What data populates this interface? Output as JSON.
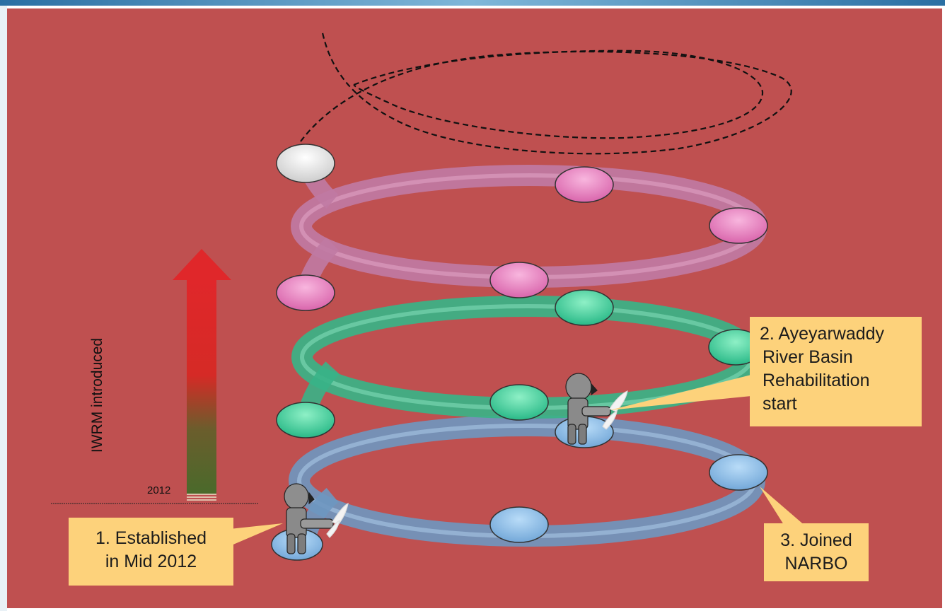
{
  "diagram": {
    "axis_label": "IWRM introduced",
    "year_label": "2012",
    "callouts": [
      {
        "id": "established",
        "lines": [
          "1. Established",
          "in Mid 2012"
        ]
      },
      {
        "id": "rehabilitation",
        "lines": [
          "2. Ayeyarwaddy",
          "River Basin",
          "Rehabilitation",
          "start"
        ]
      },
      {
        "id": "narbo",
        "lines": [
          "3. Joined",
          "NARBO"
        ]
      }
    ],
    "colors": {
      "background": "#bf5050",
      "callout": "#fdd27b",
      "ring_blue": "#7fa9cf",
      "ring_green": "#4fc59a",
      "ring_pink": "#c97aa8",
      "node_blue": "#8fc0ec",
      "node_green": "#3ed39a",
      "node_pink": "#ea84c2",
      "node_top": "#f2f2f2",
      "arrow_top": "#e02a26",
      "arrow_bottom": "#4d6b2a"
    }
  }
}
